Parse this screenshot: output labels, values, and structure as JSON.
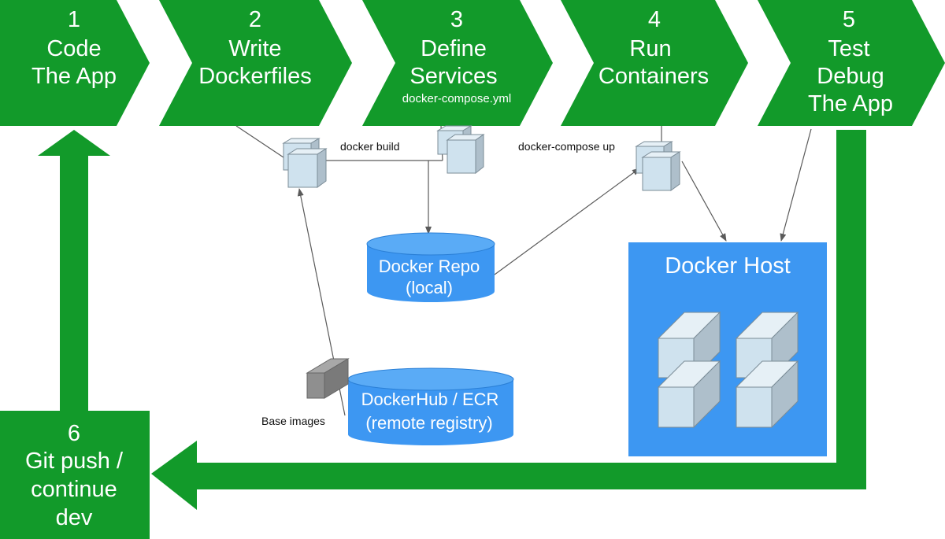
{
  "colors": {
    "step_green": "#129a2a",
    "db_blue": "#3d97f2",
    "host_blue": "#3d97f2",
    "container_fill": "#cfe2ee",
    "container_side": "#aebfcb",
    "container_top": "#e6f0f6",
    "base_image_grey": "#8a8a8a",
    "line_grey": "#5a5a5a"
  },
  "steps": [
    {
      "number": "1",
      "lines": [
        "Code",
        "The App"
      ],
      "sub": ""
    },
    {
      "number": "2",
      "lines": [
        "Write",
        "Dockerfiles"
      ],
      "sub": ""
    },
    {
      "number": "3",
      "lines": [
        "Define",
        "Services"
      ],
      "sub": "docker-compose.yml"
    },
    {
      "number": "4",
      "lines": [
        "Run",
        "Containers"
      ],
      "sub": ""
    },
    {
      "number": "5",
      "lines": [
        "Test",
        "Debug",
        "The App"
      ],
      "sub": ""
    },
    {
      "number": "6",
      "lines": [
        "Git push /",
        "continue",
        "dev"
      ],
      "sub": ""
    }
  ],
  "edge_labels": {
    "build": "docker build",
    "compose_up": "docker-compose up",
    "base_images": "Base images"
  },
  "databases": {
    "local_repo": [
      "Docker Repo",
      "(local)"
    ],
    "remote_registry": [
      "DockerHub / ECR",
      "(remote registry)"
    ]
  },
  "docker_host": {
    "title": "Docker Host"
  },
  "icons": [
    "container-icon",
    "base-image-icon",
    "database-icon",
    "arrow-icon"
  ]
}
